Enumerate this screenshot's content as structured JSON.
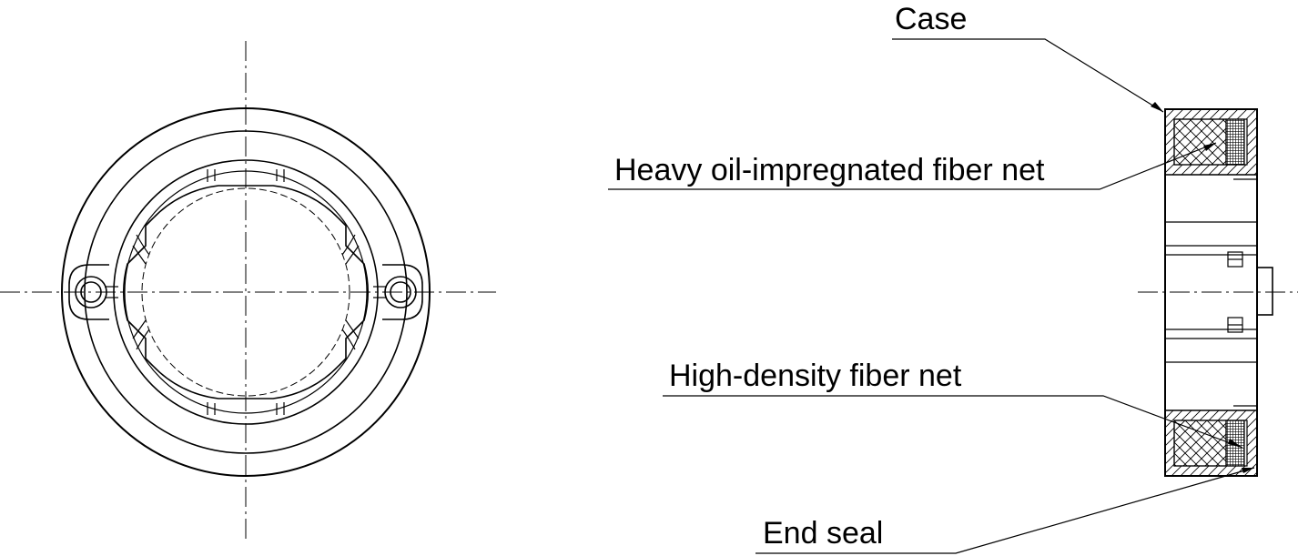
{
  "labels": {
    "case": "Case",
    "heavy_net": "Heavy oil-impregnated fiber net",
    "high_density_net": "High-density fiber net",
    "end_seal": "End seal"
  },
  "colors": {
    "line": "#000000",
    "background": "#ffffff"
  }
}
